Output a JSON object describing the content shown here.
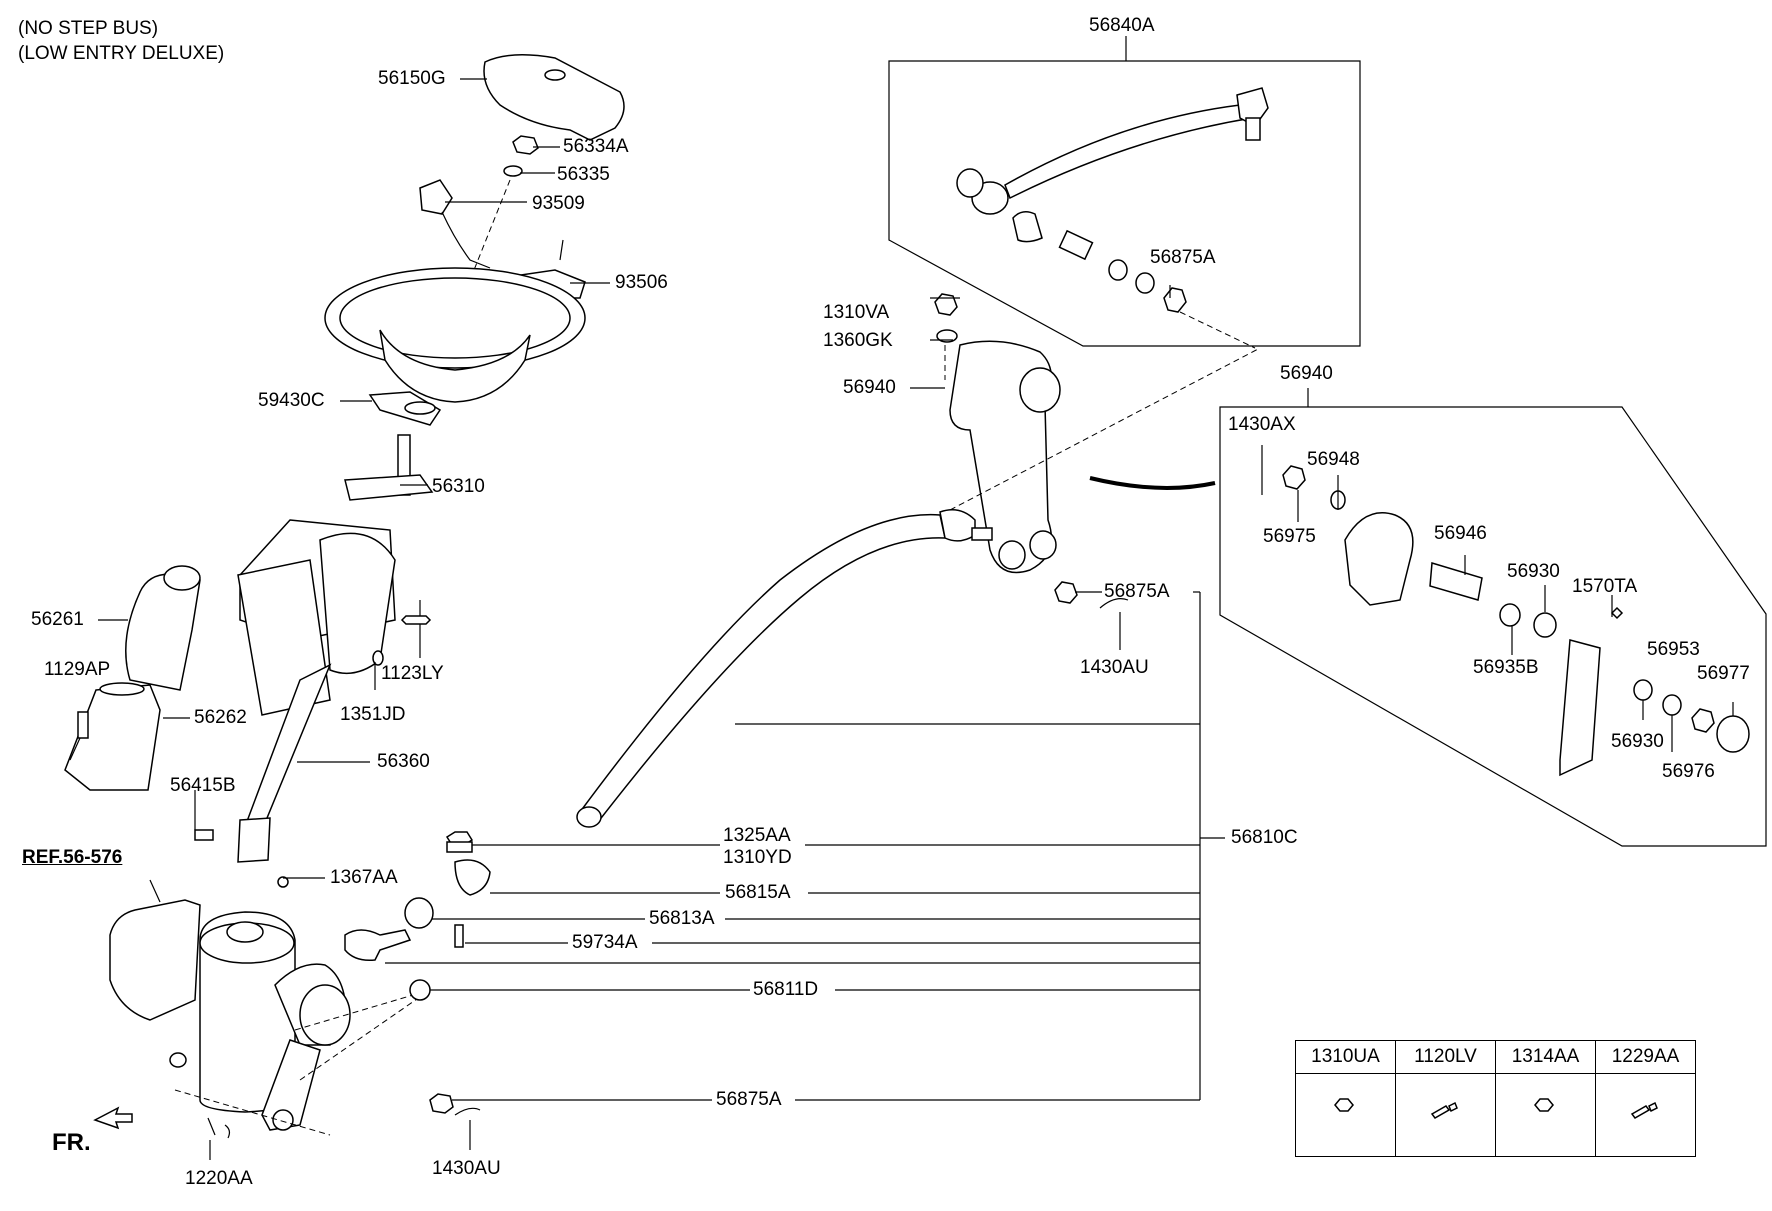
{
  "header": {
    "line1": "(NO STEP BUS)",
    "line2": "(LOW ENTRY DELUXE)"
  },
  "labels": {
    "p56150G": "56150G",
    "p56334A": "56334A",
    "p56335": "56335",
    "p93509": "93509",
    "p93506": "93506",
    "p59430C": "59430C",
    "p56310": "56310",
    "p56261": "56261",
    "p1129AP": "1129AP",
    "p56262": "56262",
    "p1123LY": "1123LY",
    "p1351JD": "1351JD",
    "p56360": "56360",
    "p56415B": "56415B",
    "ref": "REF.56-576",
    "p1367AA": "1367AA",
    "p1220AA": "1220AA",
    "fr": "FR.",
    "p1430AU_bottom": "1430AU",
    "p56840A": "56840A",
    "p56875A_top": "56875A",
    "p1310VA": "1310VA",
    "p1360GK": "1360GK",
    "p56940_left": "56940",
    "p56940_right": "56940",
    "p56875A_mid": "56875A",
    "p1430AU_mid": "1430AU",
    "p1430AX": "1430AX",
    "p56948": "56948",
    "p56975": "56975",
    "p56946": "56946",
    "p56930_top": "56930",
    "p1570TA": "1570TA",
    "p56935B": "56935B",
    "p56953": "56953",
    "p56977": "56977",
    "p56930_bottom": "56930",
    "p56976": "56976",
    "p1325AA": "1325AA",
    "p1310YD": "1310YD",
    "p56810C": "56810C",
    "p56815A": "56815A",
    "p56813A": "56813A",
    "p59734A": "59734A",
    "p56811D": "56811D",
    "p56875A_bottom": "56875A"
  },
  "legend": {
    "columns": [
      "1310UA",
      "1120LV",
      "1314AA",
      "1229AA"
    ],
    "icons": [
      "nut-icon",
      "bolt-icon",
      "nut-icon",
      "bolt-icon"
    ]
  }
}
